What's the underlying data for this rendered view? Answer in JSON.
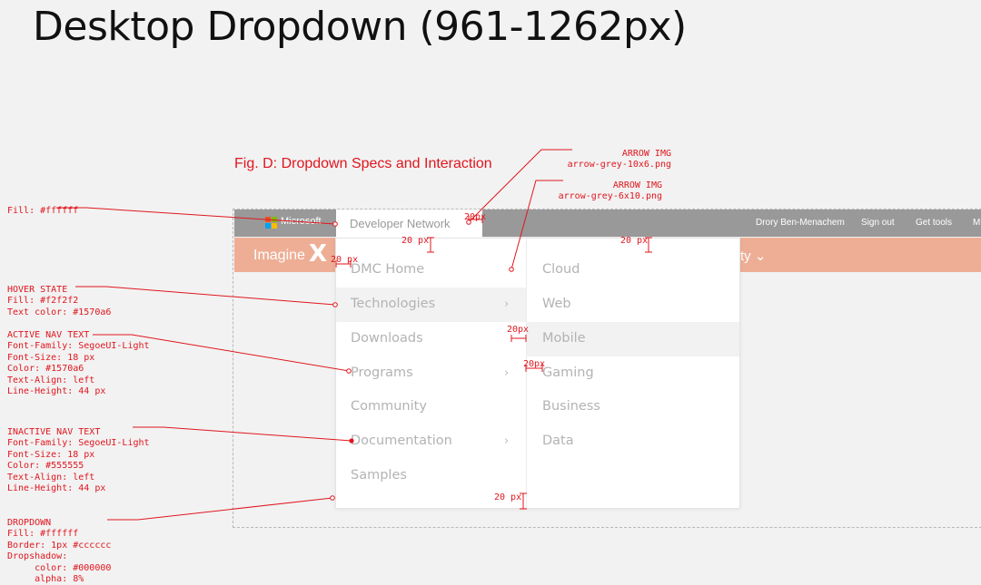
{
  "title": "Desktop Dropdown (961-1262px)",
  "caption": "Fig. D: Dropdown Specs and Interaction",
  "header": {
    "brand": "Microsoft",
    "active_tab": "Developer Network",
    "links": [
      "Drory Ben-Menachem",
      "Sign out",
      "Get tools",
      "M"
    ],
    "subbrand": "Imagine",
    "subbrand_mark": "X",
    "clipped_item": "ty ⌄"
  },
  "nav_items": [
    {
      "label": "DMC Home",
      "has_arrow": false
    },
    {
      "label": "Technologies",
      "has_arrow": true
    },
    {
      "label": "Downloads",
      "has_arrow": false
    },
    {
      "label": "Programs",
      "has_arrow": true
    },
    {
      "label": "Community",
      "has_arrow": false
    },
    {
      "label": "Documentation",
      "has_arrow": true
    },
    {
      "label": "Samples",
      "has_arrow": false
    }
  ],
  "sub_items": [
    "Cloud",
    "Web",
    "Mobile",
    "Gaming",
    "Business",
    "Data"
  ],
  "annotations": {
    "fill": "Fill: #ffffff",
    "hover": [
      "HOVER STATE",
      "Fill: #f2f2f2",
      "Text color: #1570a6"
    ],
    "active": [
      "ACTIVE NAV TEXT",
      "Font-Family: SegoeUI-Light",
      "Font-Size: 18 px",
      "Color: #1570a6",
      "Text-Align: left",
      "Line-Height: 44 px"
    ],
    "inactive": [
      "INACTIVE NAV TEXT",
      "Font-Family: SegoeUI-Light",
      "Font-Size: 18 px",
      "Color: #555555",
      "Text-Align: left",
      "Line-Height: 44 px"
    ],
    "dropdown": [
      "DROPDOWN",
      "Fill: #ffffff",
      "Border: 1px #cccccc",
      "Dropshadow:",
      "     color: #000000",
      "     alpha: 8%"
    ],
    "arrow1": [
      "ARROW IMG",
      "arrow-grey-10x6.png"
    ],
    "arrow2": [
      "ARROW IMG",
      "arrow-grey-6x10.png"
    ]
  },
  "measures": [
    "20px",
    "20 px",
    "20 px",
    "20 px",
    "20px",
    "20px",
    "20 px"
  ],
  "colors": {
    "annotation": "#e0161e",
    "topbar": "#999999",
    "orangebar": "#eeae95",
    "hover_fill": "#f2f2f2",
    "muted_text": "#b3b3b3",
    "logo": [
      "#f25022",
      "#7fba00",
      "#00a4ef",
      "#ffb900"
    ]
  }
}
